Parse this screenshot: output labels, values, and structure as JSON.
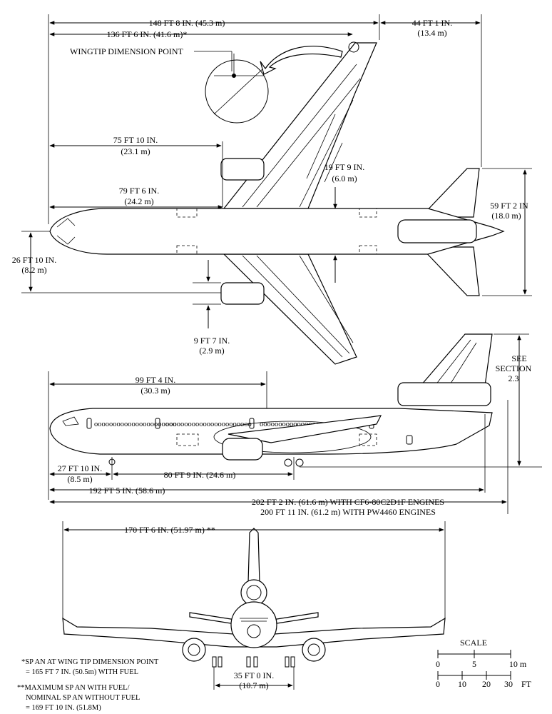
{
  "top_view": {
    "overall_span": "148 FT 8 IN. (45.3 m)",
    "span_to_point": "136 FT 6 IN. (41.6 m)*",
    "wingtip_point_label": "WINGTIP DIMENSION POINT",
    "tail_offset_ft": "44 FT 1 IN.",
    "tail_offset_m": "(13.4 m)",
    "eng_wing_ft": "75 FT 10 IN.",
    "eng_wing_m": "(23.1 m)",
    "root_ft": "79 FT 6 IN.",
    "root_m": "(24.2 m)",
    "wing_offset_ft": "19 FT 9 IN.",
    "wing_offset_m": "(6.0 m)",
    "stab_span_ft": "59 FT 2 IN",
    "stab_span_m": "(18.0 m)",
    "fuselage_ft": "26 FT 10 IN.",
    "fuselage_m": "(8.2 m)",
    "engine_width_ft": "9 FT 7 IN.",
    "engine_width_m": "(2.9 m)"
  },
  "side_view": {
    "see_section": "SEE",
    "see_section2": "SECTION",
    "see_section3": "2.3",
    "door_ft": "99 FT 4 IN.",
    "door_m": "(30.3 m)",
    "nose_gear_ft": "27 FT 10 IN.",
    "nose_gear_m": "(8.5 m)",
    "wheelbase": "80 FT 9 IN. (24.6 m)",
    "length_tail": "192 FT 5 IN. (58.6 m)",
    "overall_cf6": "202  FT 2 IN. (61.6 m) WITH CF6-80C2D1F   ENGINES",
    "overall_pw": "200  FT 11 IN. (61.2 m) WITH PW4460  ENGINES"
  },
  "front_view": {
    "max_span": "170 FT 6  IN.  (51.97 m)  **",
    "track_ft": "35 FT 0 IN.",
    "track_m": "(10.7 m)"
  },
  "notes": {
    "n1_a": "*SP AN AT WING TIP DIMENSION POINT",
    "n1_b": "= 165  FT 7 IN. (50.5m)  WITH FUEL",
    "n2_a": "**MAXIMUM SP AN WITH FUEL/",
    "n2_b": "NOMINAL  SP AN WITHOUT FUEL",
    "n2_c": "= 169  FT 10  IN. (51.8M)"
  },
  "scale": {
    "title": "SCALE",
    "m_labels": [
      "0",
      "5",
      "10  m"
    ],
    "ft_labels": [
      "0",
      "10",
      "20",
      "30",
      "FT"
    ]
  }
}
